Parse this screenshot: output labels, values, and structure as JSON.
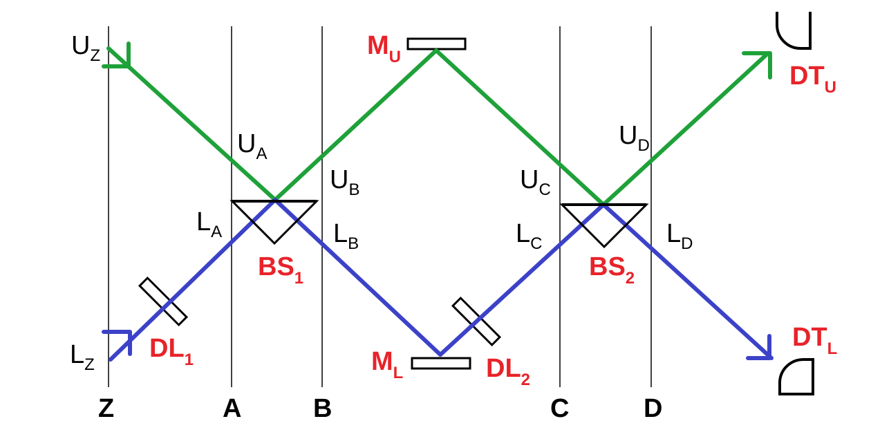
{
  "colors": {
    "upper_beam": "#1fa13a",
    "lower_beam": "#3c42c8",
    "label_red": "#e8232a",
    "line_black": "#000000"
  },
  "planes": [
    "Z",
    "A",
    "B",
    "C",
    "D"
  ],
  "components": {
    "bs1": {
      "main": "BS",
      "sub": "1"
    },
    "bs2": {
      "main": "BS",
      "sub": "2"
    },
    "mu": {
      "main": "M",
      "sub": "U"
    },
    "ml": {
      "main": "M",
      "sub": "L"
    },
    "dl1": {
      "main": "DL",
      "sub": "1"
    },
    "dl2": {
      "main": "DL",
      "sub": "2"
    },
    "dtu": {
      "main": "DT",
      "sub": "U"
    },
    "dtl": {
      "main": "DT",
      "sub": "L"
    }
  },
  "beam_labels": {
    "uz": {
      "main": "U",
      "sub": "Z"
    },
    "ua": {
      "main": "U",
      "sub": "A"
    },
    "ub": {
      "main": "U",
      "sub": "B"
    },
    "uc": {
      "main": "U",
      "sub": "C"
    },
    "ud": {
      "main": "U",
      "sub": "D"
    },
    "lz": {
      "main": "L",
      "sub": "Z"
    },
    "la": {
      "main": "L",
      "sub": "A"
    },
    "lb": {
      "main": "L",
      "sub": "B"
    },
    "lc": {
      "main": "L",
      "sub": "C"
    },
    "ld": {
      "main": "L",
      "sub": "D"
    }
  }
}
